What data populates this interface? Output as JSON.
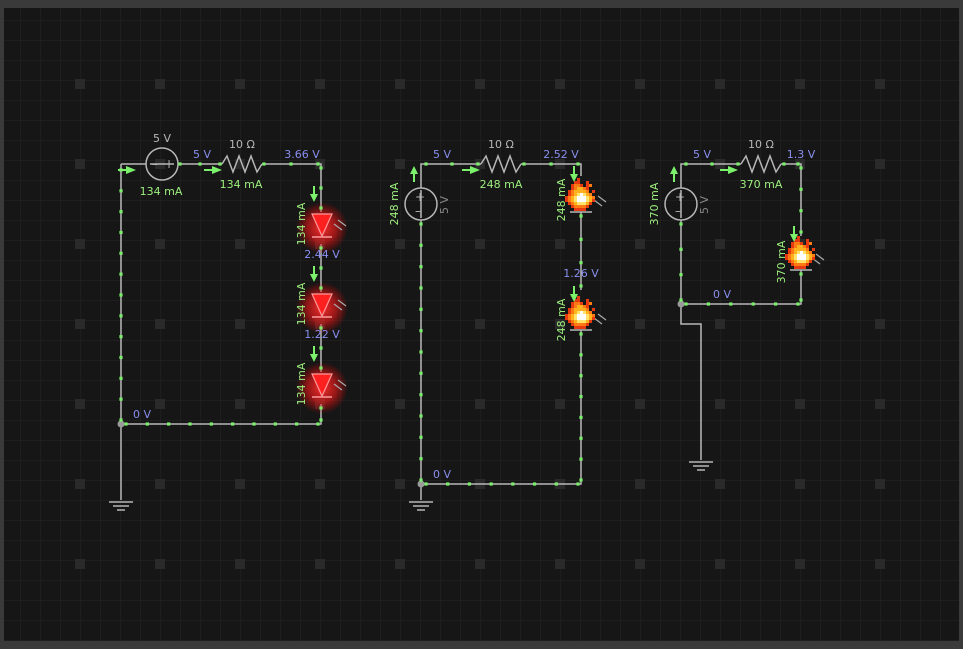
{
  "colors": {
    "background": "#161616",
    "frame": "#3a3a3a",
    "grid": "#262626",
    "grid_dot": "#2c2c2c",
    "wire": "#b7b7b7",
    "current_dot": "#7bf06b",
    "current_text": "#9df07e",
    "voltage_text": "#8a8ff0",
    "component_text": "#b7b7b7",
    "led_red": "#ff2a2a"
  },
  "circuit1": {
    "source_voltage": "5 V",
    "source_current": "134 mA",
    "node_voltage_in": "5 V",
    "resistor_value": "10 Ω",
    "resistor_current": "134 mA",
    "node_voltage_after_resistor": "3.66 V",
    "led1_current": "134 mA",
    "node_voltage_led1": "2.44 V",
    "led2_current": "134 mA",
    "node_voltage_led2": "1.22 V",
    "led3_current": "134 mA",
    "ground_voltage": "0 V"
  },
  "circuit2": {
    "source_voltage": "5 V",
    "source_current": "248 mA",
    "node_voltage_in": "5 V",
    "resistor_value": "10 Ω",
    "resistor_current": "248 mA",
    "node_voltage_after_resistor": "2.52 V",
    "led1_current": "248 mA",
    "node_voltage_led1": "1.26 V",
    "led2_current": "248 mA",
    "ground_voltage": "0 V"
  },
  "circuit3": {
    "source_voltage": "5 V",
    "source_current": "370 mA",
    "node_voltage_in": "5 V",
    "resistor_value": "10 Ω",
    "resistor_current": "370 mA",
    "node_voltage_after_resistor": "1.3 V",
    "led1_current": "370 mA",
    "ground_voltage": "0 V"
  }
}
